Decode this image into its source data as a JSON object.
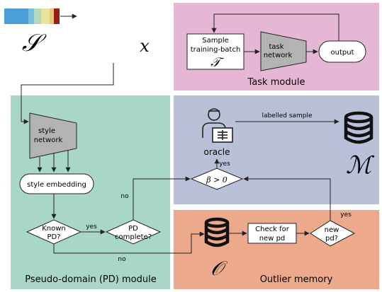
{
  "symbols": {
    "S": "𝒮",
    "x": "x",
    "T": "𝒯",
    "M": "ℳ",
    "O": "𝒪",
    "beta": "β > 0"
  },
  "task_module": {
    "title": "Task module",
    "sample_line1": "Sample",
    "sample_line2": "training-batch",
    "task_network_line1": "task",
    "task_network_line2": "network",
    "output": "output"
  },
  "oracle_panel": {
    "oracle_label": "oracle",
    "labelled_sample": "labelled sample",
    "yes": "yes"
  },
  "pd_module": {
    "title": "Pseudo-domain (PD) module",
    "style_network_line1": "style",
    "style_network_line2": "network",
    "style_embedding": "style embedding",
    "known_pd_line1": "Known",
    "known_pd_line2": "PD?",
    "pd_complete_line1": "PD",
    "pd_complete_line2": "complete?",
    "yes": "yes",
    "no_up": "no",
    "no_down": "no"
  },
  "outlier_memory": {
    "title": "Outlier memory",
    "check_line1": "Check for",
    "check_line2": "new pd",
    "new_pd_line1": "new",
    "new_pd_line2": "pd?",
    "yes": "yes"
  },
  "colors": {
    "task_bg": "#e5b7d4",
    "oracle_bg": "#b8c1d8",
    "pd_bg": "#a9d7c7",
    "outlier_bg": "#eda98c",
    "network_fill": "#b3b3b3"
  }
}
